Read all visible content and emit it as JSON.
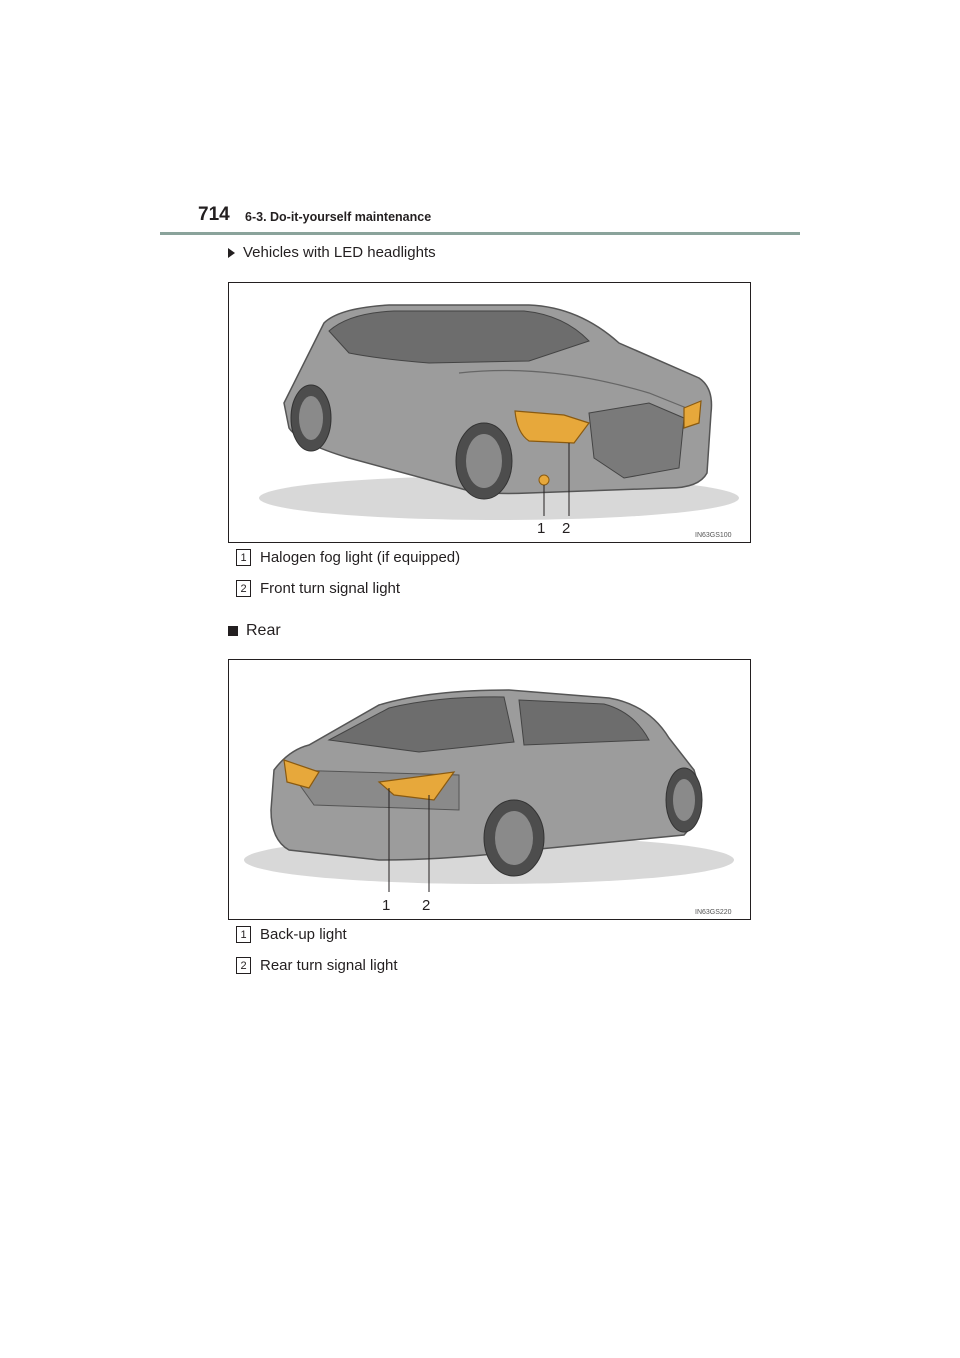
{
  "header": {
    "page_number": "714",
    "section": "6-3. Do-it-yourself maintenance"
  },
  "front": {
    "bullet": "Vehicles with LED headlights",
    "figure_code": "IN63GS100",
    "callout_1": "1",
    "callout_2": "2",
    "legend": [
      {
        "num": "1",
        "text": "Halogen fog light (if equipped)"
      },
      {
        "num": "2",
        "text": "Front turn signal light"
      }
    ]
  },
  "rear": {
    "heading": "Rear",
    "figure_code": "IN63GS220",
    "callout_1": "1",
    "callout_2": "2",
    "legend": [
      {
        "num": "1",
        "text": "Back-up light"
      },
      {
        "num": "2",
        "text": "Rear turn signal light"
      }
    ]
  },
  "colors": {
    "car_body": "#9c9c9c",
    "car_dark": "#6d6d6d",
    "highlight": "#e7a83b",
    "rule": "#8aa39b"
  }
}
